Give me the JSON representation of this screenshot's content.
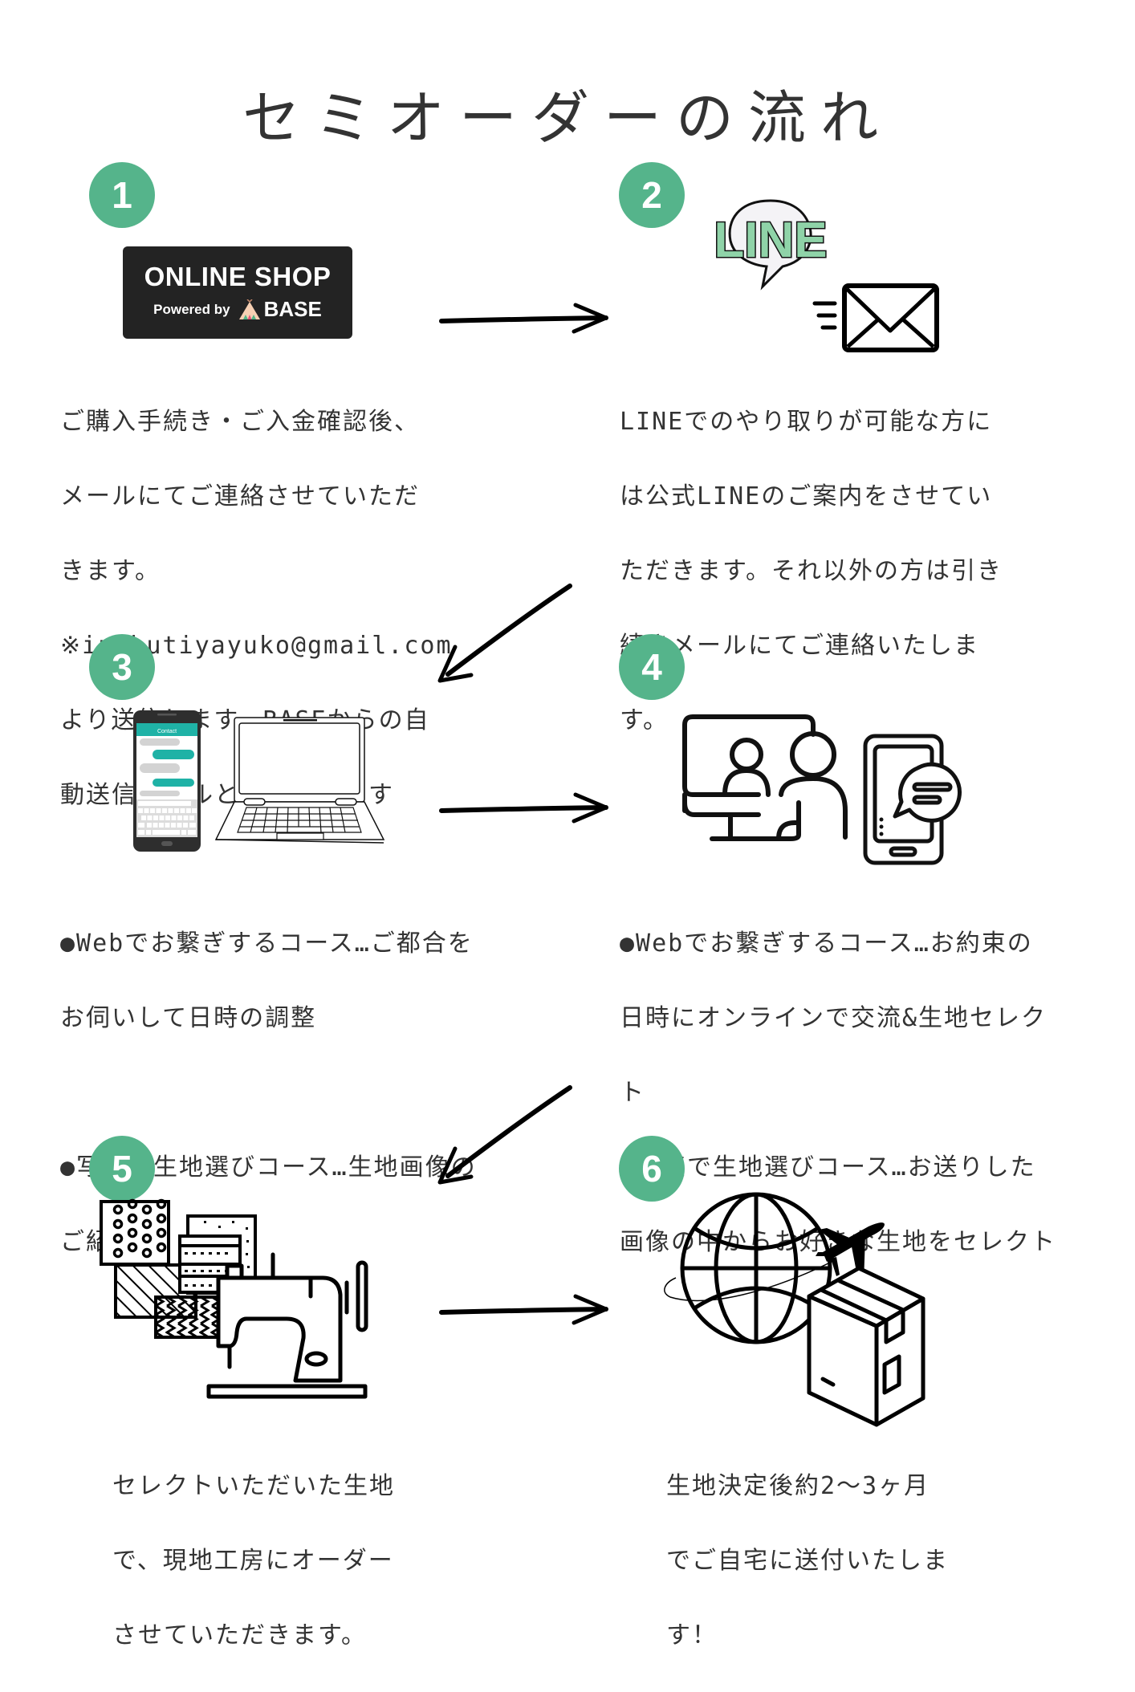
{
  "title": "セミオーダーの流れ",
  "accent_color": "#55b48b",
  "steps": [
    {
      "number": "1",
      "icon": "online-shop-badge",
      "badge": {
        "title": "ONLINE SHOP",
        "powered_by": "Powered by",
        "brand": "BASE"
      },
      "lines": [
        "ご購入手続き・ご入金確認後、",
        "メールにてご連絡させていただ",
        "きます。",
        "※inshutiyayuko@gmail.com",
        "より送信します。BASEからの自",
        "動送信メールとは異なります"
      ]
    },
    {
      "number": "2",
      "icon": "line-and-mail-icon",
      "line_logo_text": "LINE",
      "lines": [
        "LINEでのやり取りが可能な方に",
        "は公式LINEのご案内をさせてい",
        "ただきます。それ以外の方は引き",
        "続きメールにてご連絡いたしま",
        "す。"
      ]
    },
    {
      "number": "3",
      "icon": "smartphone-and-laptop-icon",
      "phone_header": "Contact",
      "lines": [
        "●Webでお繋ぎするコース…ご都合を",
        "お伺いして日時の調整",
        "",
        "●写真で生地選びコース…生地画像の",
        "ご紹介"
      ]
    },
    {
      "number": "4",
      "icon": "video-call-and-chat-icon",
      "lines": [
        "●Webでお繋ぎするコース…お約束の",
        "日時にオンラインで交流&生地セレク",
        "ト",
        "●写真で生地選びコース…お送りした",
        "画像の中からお好きな生地をセレクト"
      ]
    },
    {
      "number": "5",
      "icon": "fabric-and-sewing-machine-icon",
      "lines": [
        "セレクトいただいた生地",
        "で、現地工房にオーダー",
        "させていただきます。"
      ]
    },
    {
      "number": "6",
      "icon": "globe-plane-package-icon",
      "lines": [
        "生地決定後約2〜3ヶ月",
        "でご自宅に送付いたしま",
        "す！"
      ]
    }
  ],
  "arrows": [
    "right",
    "down-left",
    "right",
    "down-left",
    "right"
  ]
}
